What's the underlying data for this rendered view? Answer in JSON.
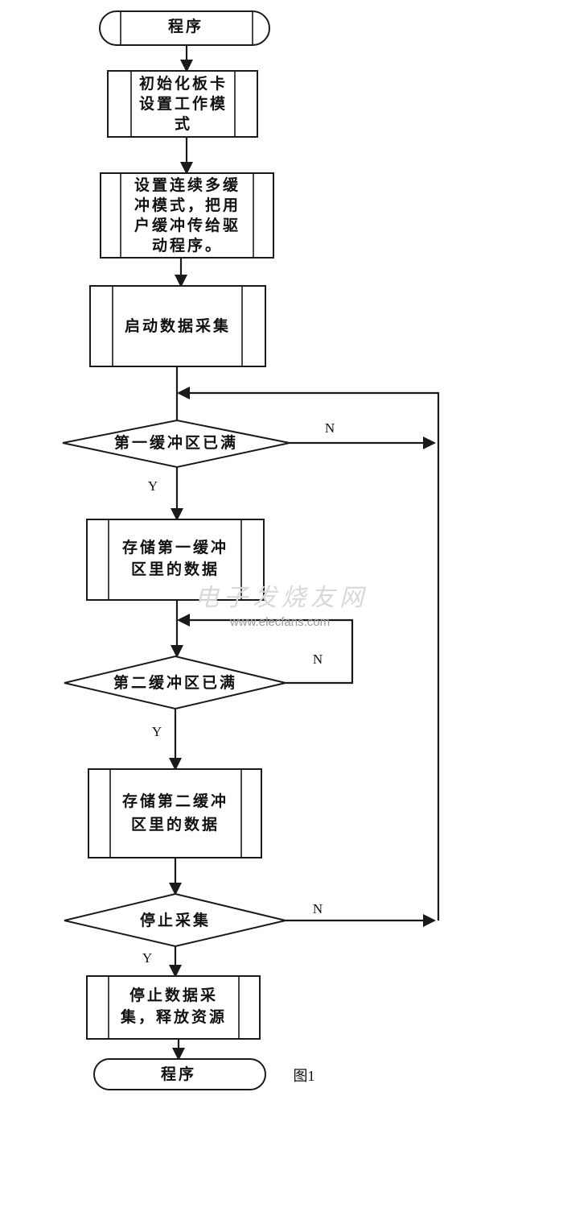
{
  "start": {
    "label": "程序"
  },
  "steps": [
    {
      "lines": [
        "初始化板卡",
        "设置工作模",
        "式"
      ]
    },
    {
      "lines": [
        "设置连续多缓",
        "冲模式，把用",
        "户缓冲传给驱",
        "动程序。"
      ]
    },
    {
      "lines": [
        "启动数据采集"
      ]
    },
    {
      "lines": [
        "存储第一缓冲",
        "区里的数据"
      ]
    },
    {
      "lines": [
        "存储第二缓冲",
        "区里的数据"
      ]
    },
    {
      "lines": [
        "停止数据采",
        "集，释放资源"
      ]
    }
  ],
  "decisions": [
    {
      "label": "第一缓冲区已满",
      "yes": "Y",
      "no": "N"
    },
    {
      "label": "第二缓冲区已满",
      "yes": "Y",
      "no": "N"
    },
    {
      "label": "停止采集",
      "yes": "Y",
      "no": "N"
    }
  ],
  "end": {
    "label": "程序"
  },
  "caption": "图1",
  "watermark": {
    "title": "电子发烧友网",
    "url": "www.elecfans.com"
  }
}
